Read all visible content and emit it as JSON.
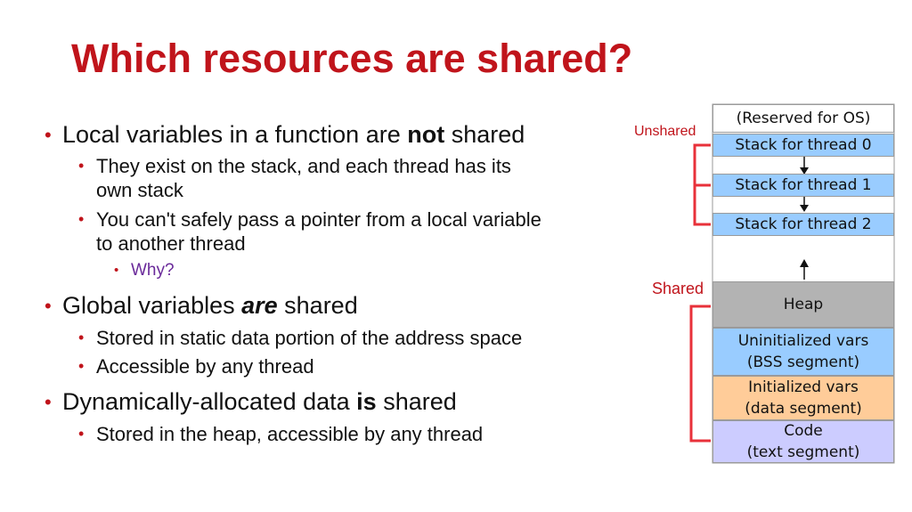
{
  "title": "Which resources are shared?",
  "bullets": {
    "b1": {
      "pre": "Local variables in a function are ",
      "bold": "not",
      "post": " shared"
    },
    "b1_1": {
      "line1": "They exist on the stack, and each thread has its",
      "line2": "own stack"
    },
    "b1_2": {
      "line1": "You can't safely pass a pointer from a local variable",
      "line2": "to another thread"
    },
    "b1_2_1": "Why?",
    "b2": {
      "pre": "Global variables ",
      "bold_italic": "are",
      "post": " shared"
    },
    "b2_1": "Stored in static data portion of the address space",
    "b2_2": "Accessible by any thread",
    "b3": {
      "pre": "Dynamically-allocated data ",
      "bold": "is",
      "post": " shared"
    },
    "b3_1": "Stored in the heap, accessible by any thread"
  },
  "diagram": {
    "labels": {
      "unshared": "Unshared",
      "shared": "Shared"
    },
    "segments": {
      "reserved": "(Reserved for OS)",
      "stack0": "Stack for thread 0",
      "stack1": "Stack for thread 1",
      "stack2": "Stack for thread 2",
      "heap": "Heap",
      "bss_line1": "Uninitialized vars",
      "bss_line2": "(BSS segment)",
      "data_line1": "Initialized vars",
      "data_line2": "(data segment)",
      "code_line1": "Code",
      "code_line2": "(text segment)"
    },
    "colors": {
      "title": "#c0141b",
      "stack": "#99ccff",
      "heap": "#b3b3b3",
      "bss": "#99ccff",
      "data": "#ffcc99",
      "code": "#ccccff",
      "bracket": "#e8313a",
      "why": "#6a2a9a"
    }
  }
}
